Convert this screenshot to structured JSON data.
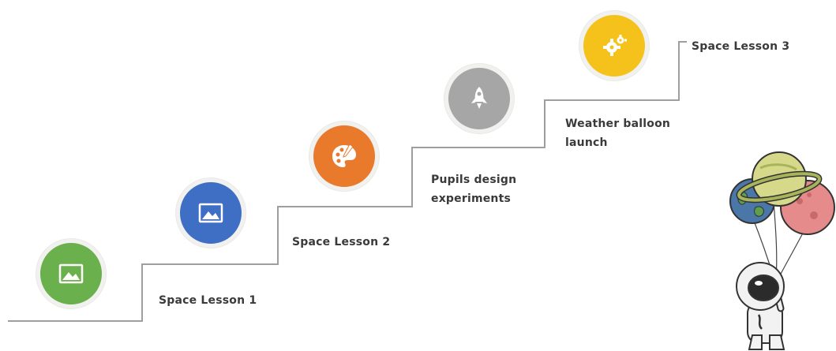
{
  "steps": [
    {
      "label": "",
      "icon": "image-icon",
      "color": "#6ab04c"
    },
    {
      "label": "Space Lesson 1",
      "icon": "image-icon",
      "color": "#3f6fc4"
    },
    {
      "label": "Space Lesson 2",
      "icon": "palette-icon",
      "color": "#e97a2c"
    },
    {
      "label": "Pupils design\nexperiments",
      "icon": "rocket-icon",
      "color": "#a6a6a6"
    },
    {
      "label": "Weather balloon\nlaunch",
      "icon": "gears-icon",
      "color": "#f5c21b"
    },
    {
      "label": "Space Lesson 3",
      "icon": "",
      "color": ""
    }
  ],
  "illustration": {
    "icon": "astronaut-with-planet-balloons-icon"
  }
}
